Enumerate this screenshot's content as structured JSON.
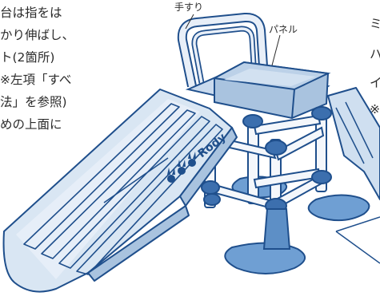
{
  "left_text": {
    "lines": [
      "台は指をは",
      "かり伸ばし、",
      "ト(2箇所)",
      "※左項「すべ",
      "法」を参照)",
      "めの上面に"
    ]
  },
  "right_text": {
    "glyphs": [
      "ミ",
      "ハ",
      "イ",
      "※"
    ]
  },
  "labels": {
    "handrail": "手すり",
    "panel": "パネル",
    "brand": "Rody"
  },
  "colors": {
    "outline": "#1f4f8c",
    "body_light": "#d9e6f3",
    "body_mid": "#a9c3df",
    "base_blue": "#6f9fd3",
    "pipe_white": "#f4f7fb",
    "joint_dark": "#3c6fae"
  }
}
